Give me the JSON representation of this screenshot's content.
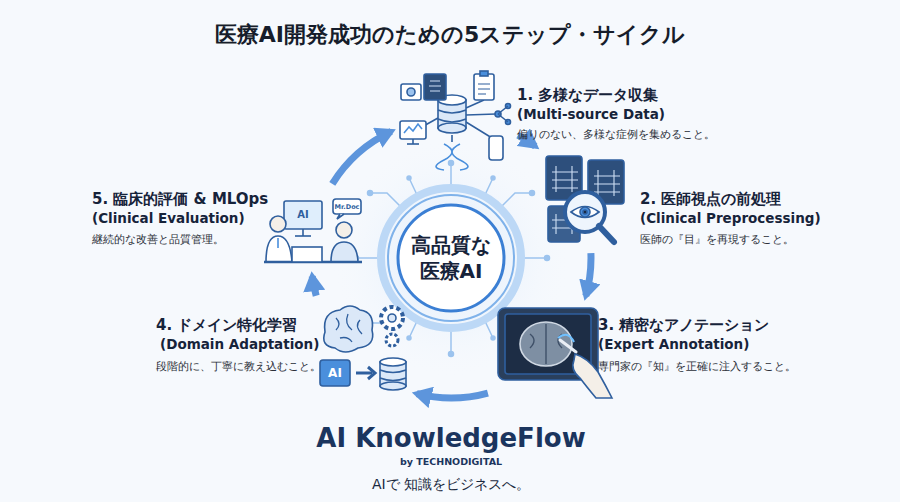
{
  "diagram": {
    "title": "医療AI開発成功のための5ステップ・サイクル",
    "nodes": [
      {
        "text": [
          "1. 多様なデータ収集",
          "(Multi-source Data)",
          "偏りのない、多様な症例を集めること。"
        ]
      },
      {
        "text": [
          "2. 医師視点の前処理",
          "(Clinical Preprocessing)",
          "医師の『目』を再現すること。"
        ]
      },
      {
        "text": [
          "3. 精密なアノテーション",
          "(Expert Annotation)",
          "専門家の『知』を正確に注入すること。"
        ]
      },
      {
        "text": [
          "4. ドメイン特化学習",
          "(Domain Adaptation)",
          "段階的に、丁寧に教え込むこと。"
        ]
      },
      {
        "text": [
          "5. 臨床的評価 & MLOps",
          "(Clinical Evaluation)",
          "継続的な改善と品質管理。"
        ]
      },
      {
        "text": [
          "高品質な 医療AI"
        ]
      }
    ],
    "edges": [
      {
        "from": 0,
        "to": 1,
        "arrow": "to"
      },
      {
        "from": 1,
        "to": 2,
        "arrow": "to"
      },
      {
        "from": 2,
        "to": 3,
        "arrow": "to"
      },
      {
        "from": 3,
        "to": 4,
        "arrow": "to"
      },
      {
        "from": 4,
        "to": 0,
        "arrow": "to"
      }
    ],
    "labels": [
      "AI",
      "Mr.Doc",
      "AI",
      "AI KnowledgeFlow",
      "by TECHNODIGITAL",
      "AIで 知識をビジネスへ。"
    ]
  }
}
